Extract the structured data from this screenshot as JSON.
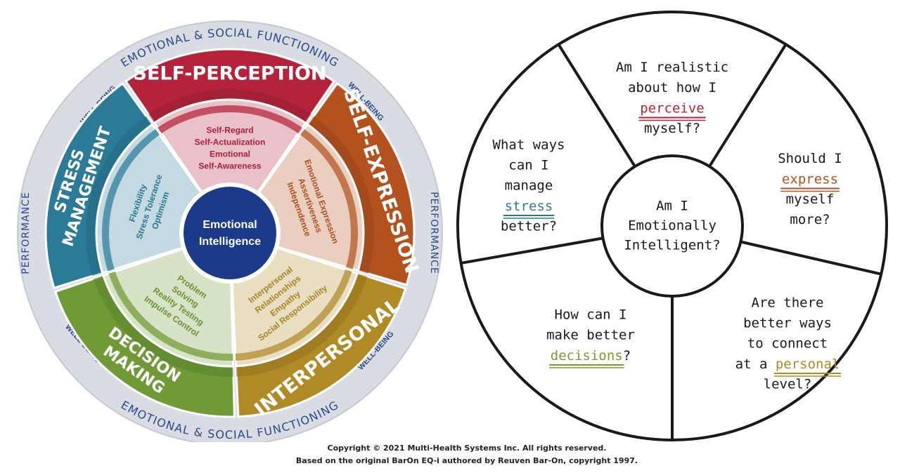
{
  "eqi_model": {
    "center_lines": [
      "Emotional",
      "Intelligence"
    ],
    "outer_ring_labels": {
      "top": "EMOTIONAL & SOCIAL FUNCTIONING",
      "bottom": "EMOTIONAL & SOCIAL FUNCTIONING",
      "left": "PERFORMANCE",
      "right": "PERFORMANCE",
      "well_being": "WELL-BEING"
    },
    "composites": [
      {
        "id": "self-perception",
        "lines": [
          "SELF-PERCEPTION"
        ],
        "subscales": [
          "Self-Regard",
          "Self-Actualization",
          "Emotional",
          "Self-Awareness"
        ],
        "color": "#b5233a"
      },
      {
        "id": "self-expression",
        "lines": [
          "SELF-EXPRESSION"
        ],
        "subscales": [
          "Emotional Expression",
          "Assertiveness",
          "Independence"
        ],
        "color": "#b4521f"
      },
      {
        "id": "interpersonal",
        "lines": [
          "INTERPERSONAL"
        ],
        "subscales": [
          "Interpersonal",
          "Relationships",
          "Empathy",
          "Social Responsibility"
        ],
        "color": "#b08a25"
      },
      {
        "id": "decision-making",
        "lines": [
          "DECISION",
          "MAKING"
        ],
        "subscales": [
          "Problem",
          "Solving",
          "Reality Testing",
          "Impulse Control"
        ],
        "color": "#6f9a35"
      },
      {
        "id": "stress-management",
        "lines": [
          "STRESS",
          "MANAGEMENT"
        ],
        "subscales": [
          "Flexibility",
          "Stress Tolerance",
          "Optimism"
        ],
        "color": "#2b7b98"
      }
    ]
  },
  "question_wheel": {
    "center_lines": [
      "Am I",
      "Emotionally",
      "Intelligent?"
    ],
    "segments": [
      {
        "id": "perceive",
        "before": [
          "Am I realistic",
          "about how I"
        ],
        "keyword": "perceive",
        "after": [
          "myself?"
        ],
        "color": "#b5233a"
      },
      {
        "id": "express",
        "before": [
          "Should I"
        ],
        "keyword": "express",
        "after": [
          "myself",
          "more?"
        ],
        "color": "#b4521f"
      },
      {
        "id": "personal",
        "before": [
          "Are there",
          "better ways",
          "to connect"
        ],
        "keyword_prefix": "at a ",
        "keyword": "personal",
        "after": [
          "level?"
        ],
        "color": "#b08a25"
      },
      {
        "id": "decisions",
        "before": [
          "How can I",
          "make better"
        ],
        "keyword": "decisions",
        "keyword_suffix": "?",
        "after": [],
        "color": "#7a9a2a"
      },
      {
        "id": "stress",
        "before": [
          "What ways",
          "can I",
          "manage"
        ],
        "keyword": "stress",
        "after": [
          "better?"
        ],
        "color": "#2b7b98"
      }
    ]
  },
  "copyright": {
    "line1": "Copyright © 2021 Multi-Health Systems Inc. All rights reserved.",
    "line2": "Based on the original BarOn EQ-i authored by Reuven Bar-On, copyright 1997."
  }
}
